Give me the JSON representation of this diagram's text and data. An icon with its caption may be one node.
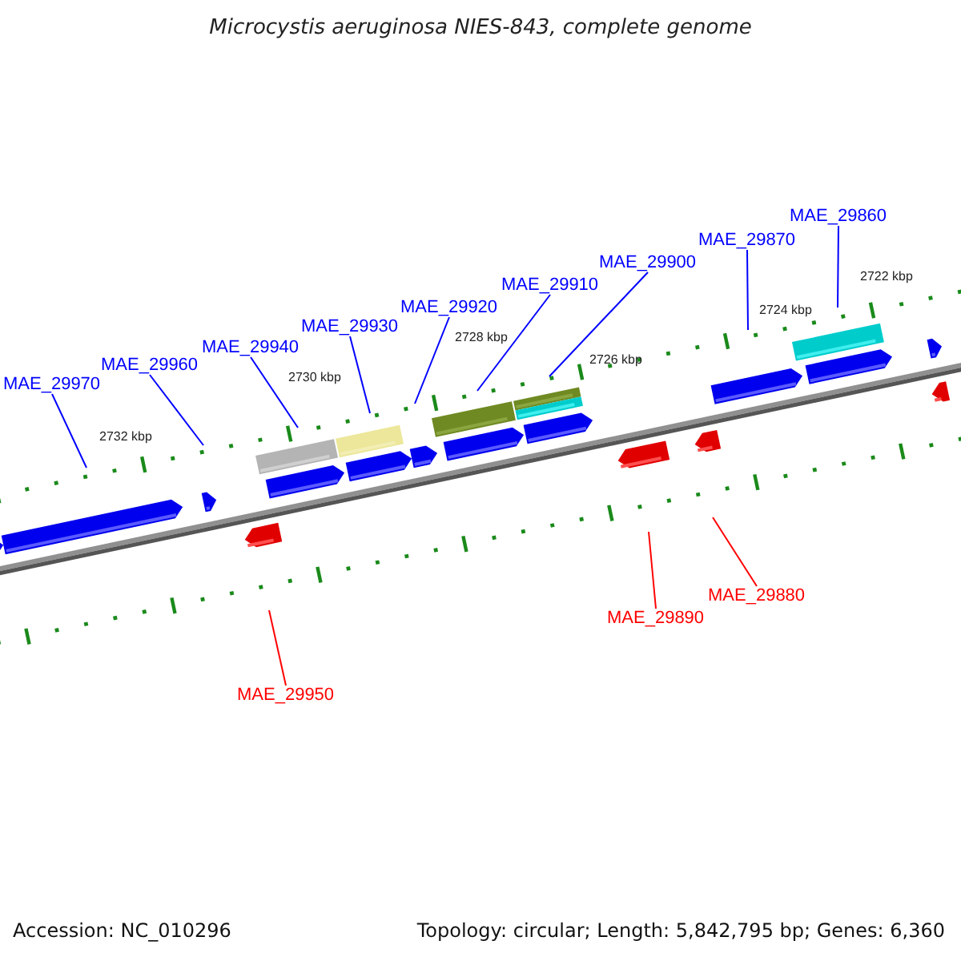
{
  "diagram": {
    "title": "Microcystis aeruginosa NIES-843, complete genome",
    "nodes": [
      {
        "text": [
          "MAE_29970"
        ]
      },
      {
        "text": [
          "MAE_29960"
        ]
      },
      {
        "text": [
          "MAE_29940"
        ]
      },
      {
        "text": [
          "MAE_29930"
        ]
      },
      {
        "text": [
          "MAE_29920"
        ]
      },
      {
        "text": [
          "MAE_29910"
        ]
      },
      {
        "text": [
          "MAE_29900"
        ]
      },
      {
        "text": [
          "MAE_29870"
        ]
      },
      {
        "text": [
          "MAE_29860"
        ]
      },
      {
        "text": [
          "MAE_29950"
        ]
      },
      {
        "text": [
          "MAE_29890"
        ]
      },
      {
        "text": [
          "MAE_29880"
        ]
      }
    ],
    "edges": [
      {
        "from": 0,
        "to": null,
        "arrow": "none"
      },
      {
        "from": 1,
        "to": null,
        "arrow": "none"
      },
      {
        "from": 2,
        "to": null,
        "arrow": "none"
      },
      {
        "from": 3,
        "to": null,
        "arrow": "none"
      },
      {
        "from": 4,
        "to": null,
        "arrow": "none"
      },
      {
        "from": 5,
        "to": null,
        "arrow": "none"
      },
      {
        "from": 6,
        "to": null,
        "arrow": "none"
      },
      {
        "from": 7,
        "to": null,
        "arrow": "none"
      },
      {
        "from": 8,
        "to": null,
        "arrow": "none"
      },
      {
        "from": 9,
        "to": null,
        "arrow": "none",
        "color": "#ff0000"
      },
      {
        "from": 10,
        "to": null,
        "arrow": "none",
        "color": "#ff0000"
      },
      {
        "from": 11,
        "to": null,
        "arrow": "none",
        "color": "#ff0000"
      }
    ],
    "labels": [
      "2722 kbp",
      "2724 kbp",
      "2726 kbp",
      "2728 kbp",
      "2730 kbp",
      "2732 kbp",
      "Accession: NC_010296",
      "Topology: circular; Length: 5,842,795 bp; Genes: 6,360"
    ]
  }
}
